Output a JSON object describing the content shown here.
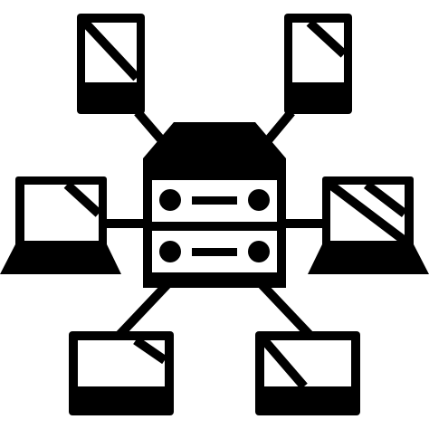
{
  "icon": {
    "name": "server-network-icon",
    "colors": {
      "ink": "#000000",
      "paper": "#ffffff"
    },
    "nodes": [
      "tablet-top-left",
      "tablet-top-right",
      "laptop-left",
      "laptop-right",
      "monitor-bottom-left",
      "monitor-bottom-right"
    ],
    "hub": "server"
  }
}
